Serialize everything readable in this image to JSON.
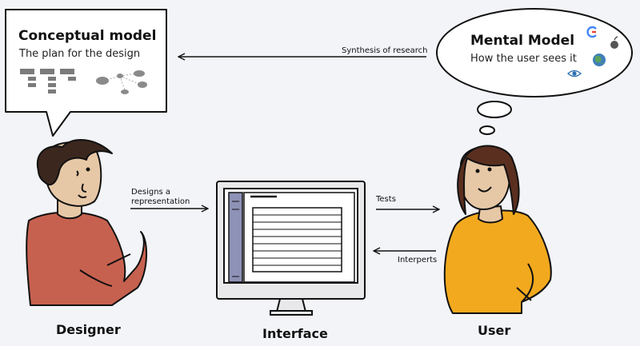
{
  "conceptual": {
    "title": "Conceptual model",
    "subtitle": "The plan for the design"
  },
  "mental": {
    "title": "Mental Model",
    "subtitle": "How the user sees it",
    "icons": [
      "google-g-icon",
      "apple-icon",
      "globe-icon",
      "eye-icon"
    ]
  },
  "arrows": {
    "synthesis": "Synthesis of research",
    "designs_line1": "Designs a",
    "designs_line2": "representation",
    "tests": "Tests",
    "interperts": "Interperts"
  },
  "captions": {
    "designer": "Designer",
    "interface": "Interface",
    "user": "User"
  },
  "colors": {
    "background": "#f3f4f8",
    "designer_shirt": "#c7614f",
    "user_shirt": "#f2a91e",
    "skin": "#e7c8a6",
    "designer_hair": "#3b271e",
    "user_hair": "#5a2f1f",
    "monitor_sidebar": "#8e92b6"
  }
}
